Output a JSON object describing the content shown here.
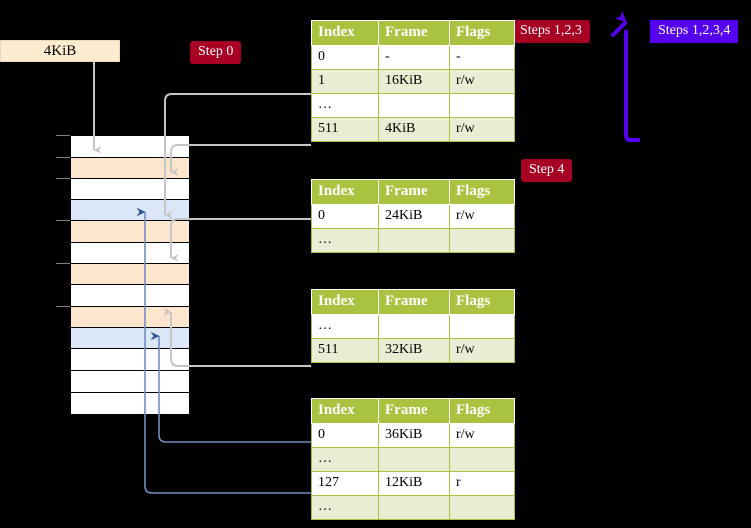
{
  "diagram": {
    "title_badges": [
      {
        "label": "Step 0",
        "color": "#a80022",
        "style": "red"
      },
      {
        "label": "Steps 1,2,3",
        "color": "#a80022",
        "style": "red"
      },
      {
        "label": "Steps 1,2,3,4",
        "color": "#5500ee",
        "style": "blue"
      },
      {
        "label": "Step 4",
        "color": "#a80022",
        "style": "red"
      }
    ],
    "source_block": {
      "label": "4KiB",
      "fill": "#fdecd0"
    },
    "memory_column": {
      "rows": [
        {
          "fill": "white"
        },
        {
          "fill": "peach"
        },
        {
          "fill": "white"
        },
        {
          "fill": "blue"
        },
        {
          "fill": "peach"
        },
        {
          "fill": "white"
        },
        {
          "fill": "peach"
        },
        {
          "fill": "white"
        },
        {
          "fill": "peach"
        },
        {
          "fill": "blue"
        },
        {
          "fill": "white"
        },
        {
          "fill": "white"
        },
        {
          "fill": "white"
        }
      ],
      "colors": {
        "peach": "#fde5ce",
        "blue": "#dbe6f6",
        "white": "#ffffff"
      }
    },
    "tables": [
      {
        "name": "page-table-level-1",
        "headers": [
          "Index",
          "Frame",
          "Flags"
        ],
        "rows": [
          {
            "cells": [
              "0",
              "-",
              "-"
            ],
            "alt": false,
            "highlight": false
          },
          {
            "cells": [
              "1",
              "16KiB",
              "r/w"
            ],
            "alt": true,
            "highlight": false
          },
          {
            "cells": [
              "…",
              "",
              ""
            ],
            "alt": false,
            "highlight": false
          },
          {
            "cells": [
              "511",
              "4KiB",
              "r/w"
            ],
            "alt": true,
            "highlight": true
          }
        ]
      },
      {
        "name": "page-table-level-2",
        "headers": [
          "Index",
          "Frame",
          "Flags"
        ],
        "rows": [
          {
            "cells": [
              "0",
              "24KiB",
              "r/w"
            ],
            "alt": false,
            "highlight": false
          },
          {
            "cells": [
              "…",
              "",
              ""
            ],
            "alt": true,
            "highlight": false
          }
        ]
      },
      {
        "name": "page-table-level-3",
        "headers": [
          "Index",
          "Frame",
          "Flags"
        ],
        "rows": [
          {
            "cells": [
              "…",
              "",
              ""
            ],
            "alt": false,
            "highlight": false
          },
          {
            "cells": [
              "511",
              "32KiB",
              "r/w"
            ],
            "alt": true,
            "highlight": false
          }
        ]
      },
      {
        "name": "page-table-level-4",
        "headers": [
          "Index",
          "Frame",
          "Flags"
        ],
        "rows": [
          {
            "cells": [
              "0",
              "36KiB",
              "r/w"
            ],
            "alt": false,
            "highlight": false
          },
          {
            "cells": [
              "…",
              "",
              ""
            ],
            "alt": true,
            "highlight": false
          },
          {
            "cells": [
              "127",
              "12KiB",
              "r"
            ],
            "alt": false,
            "highlight": false
          },
          {
            "cells": [
              "…",
              "",
              ""
            ],
            "alt": true,
            "highlight": false
          }
        ]
      }
    ],
    "wire_colors": {
      "gray": "#bfbfbf",
      "blue": "#6f8fc0",
      "arrow_blue": "#5500ee"
    }
  }
}
